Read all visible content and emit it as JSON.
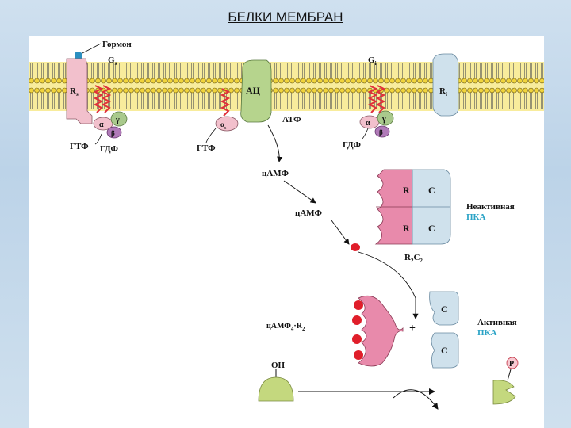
{
  "title": "БЕЛКИ МЕМБРАН",
  "diagram": {
    "hormone": "Гормон",
    "gs": "G",
    "gs_sub": "s",
    "gi": "G",
    "gi_sub": "i",
    "rs": "R",
    "rs_sub": "s",
    "ri": "R",
    "ri_sub": "i",
    "ac": "АЦ",
    "alpha": "α",
    "alpha_s": "α",
    "alpha_s_sub": "s",
    "beta": "β",
    "gamma": "γ",
    "gtf_left": "ГТФ",
    "gdf_left": "ГДФ",
    "gtf_mid": "ГТФ",
    "atf": "АТФ",
    "gdf_right": "ГДФ",
    "camp1": "цАМФ",
    "camp2": "цАМФ",
    "r": "R",
    "c": "C",
    "inactive": "Неактивная",
    "pka": "ПКА",
    "active": "Активная",
    "r2c2": "R",
    "r2c2_tail": "C",
    "r2c2_sub": "2",
    "camp_r2": "цАМФ",
    "camp_r2_sub1": "4",
    "camp_r2_mid": "·R",
    "camp_r2_sub2": "2",
    "plus": "+",
    "oh": "OH",
    "p": "P"
  }
}
